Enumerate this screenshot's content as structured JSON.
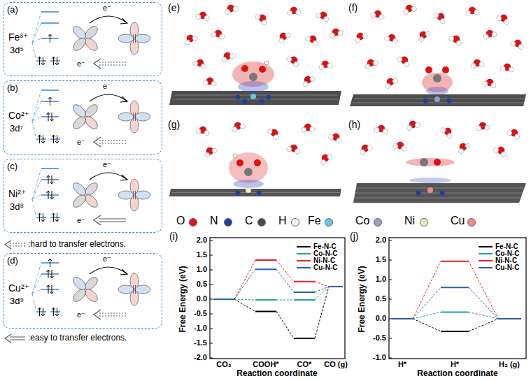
{
  "diagram": {
    "nodes": [
      {
        "text": [
          "(a)",
          "Fe³⁺",
          "3d⁵",
          "e⁻",
          "e⁻"
        ]
      },
      {
        "text": [
          "(b)",
          "Co²⁺",
          "3d⁷",
          "e⁻",
          "e⁻"
        ]
      },
      {
        "text": [
          "(c)",
          "Ni²⁺",
          "3d⁸",
          "e⁻",
          "e⁻"
        ]
      },
      {
        "text": [
          "(d)",
          "Cu²⁺",
          "3d⁹",
          "e⁻",
          "e⁻"
        ]
      }
    ],
    "labels": [
      "(e)",
      "(f)",
      "(g)",
      "(h)",
      "(i)",
      "(j)",
      "Free Energy (eV)",
      "Reaction coordinate",
      "Free Energy (eV)",
      "Reaction coordinate",
      "2.0",
      "1.5",
      "1.0",
      "0.5",
      "0.0",
      "-0.5",
      "-1.0",
      "-1.5",
      "-2.0",
      "CO₂",
      "COOH*",
      "CO*",
      "CO (g)",
      "2.0",
      "1.5",
      "1.0",
      "0.5",
      "0.0",
      "-0.5",
      "-1.0",
      "H*",
      "H*",
      "H₂ (g)"
    ],
    "legend": [
      {
        "text": ":hard to transfer electrons."
      },
      {
        "text": ":easy to transfer electrons."
      },
      {
        "text": "O",
        "color": "#e8101a"
      },
      {
        "text": "N",
        "color": "#1f3f9f"
      },
      {
        "text": "C",
        "color": "#4a4a4a"
      },
      {
        "text": "H",
        "color": "#f4f4f4"
      },
      {
        "text": "Fe",
        "color": "#66c8e6"
      },
      {
        "text": "Co",
        "color": "#8fa0cf"
      },
      {
        "text": "Ni",
        "color": "#f3efc4"
      },
      {
        "text": "Cu",
        "color": "#f08a84"
      },
      {
        "text": "Fe-N-C"
      },
      {
        "text": "Co-N-C"
      },
      {
        "text": "Ni-N-C"
      },
      {
        "text": "Cu-N-C"
      },
      {
        "text": "Fe-N-C"
      },
      {
        "text": "Co-N-C"
      },
      {
        "text": "Ni-N-C"
      },
      {
        "text": "Cu-N-C"
      }
    ]
  }
}
